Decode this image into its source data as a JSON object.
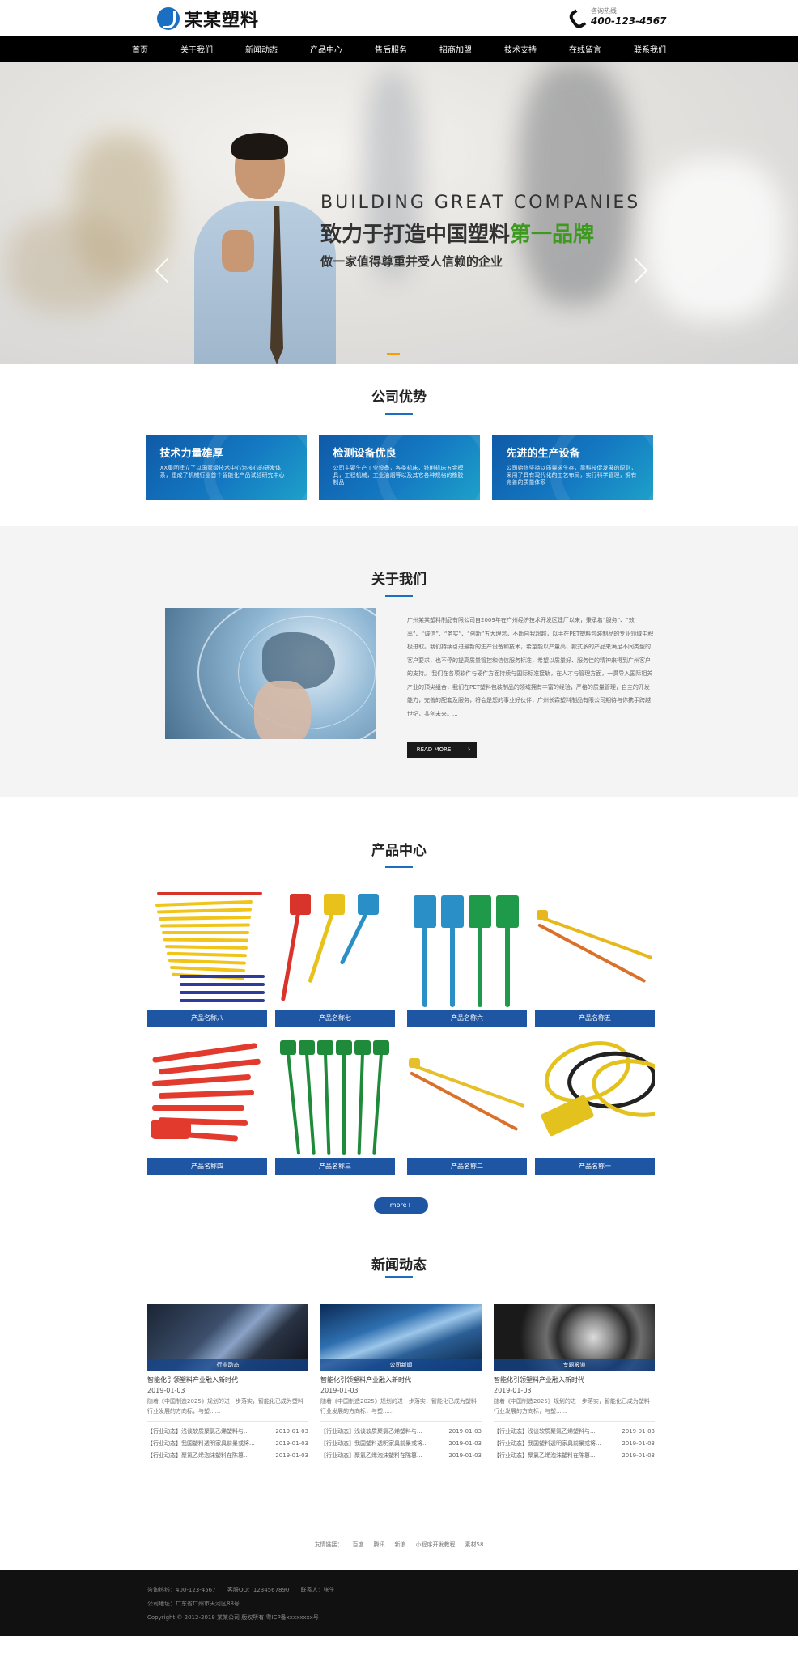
{
  "header": {
    "logo_text": "某某塑料",
    "hotline_label": "咨询热线",
    "hotline_number": "400-123-4567"
  },
  "nav": [
    "首页",
    "关于我们",
    "新闻动态",
    "产品中心",
    "售后服务",
    "招商加盟",
    "技术支持",
    "在线留言",
    "联系我们"
  ],
  "banner": {
    "english": "BUILDING GREAT COMPANIES",
    "main_prefix": "致力于打造中国塑料",
    "main_accent": "第一品牌",
    "sub": "做一家值得尊重并受人信赖的企业"
  },
  "advantages": {
    "title": "公司优势",
    "cards": [
      {
        "title": "技术力量雄厚",
        "desc": "XX集团建立了以国家级技术中心为核心的研发体系，建成了机械行业首个智能化产品试验研究中心"
      },
      {
        "title": "检测设备优良",
        "desc": "公司主要生产工业设备，各类机床，铣削机床五金模具，工程机械，工业油烟等以及其它各种规格的橡胶制品"
      },
      {
        "title": "先进的生产设备",
        "desc": "公司始终坚持以质量求生存，靠科技促发展的原则，采用了具有现代化的工艺布局，实行科学管理，拥有完善的质量体系"
      }
    ]
  },
  "about": {
    "title": "关于我们",
    "text": "广州某某塑料制品有限公司自2009年在广州经济技术开发区建厂以来，秉承着“服务”、“效率”、“诚信”、“务实”、“创新”五大理念，不断自我超越，以手在PET塑料包装制品的专业领域中积极进取。我们持续引进最新的生产设备和技术，希望能以产量高、款式多的产品来满足不同类型的客户要求，也不停的提高质量管控和信信服务标准，希望以质量好、服务佳的精神来得到广州客户的支持。      我们在各项软件与硬件方面持续与国际标准接轨，在人才与管理方面，一贯导入国际相关产业的顶尖组合，我们在PET塑料包装制品的领域拥有丰富的经验，严格的质量管理，自主的开发能力，完善的配套及服务，将会是您的事业好伙伴，广州长霖塑料制品有限公司期待与你携手跨越世纪，共创未来。...",
    "button": "READ MORE",
    "button_arrow": "›"
  },
  "products": {
    "title": "产品中心",
    "items": [
      {
        "name": "产品名称八",
        "color": "#f0c419"
      },
      {
        "name": "产品名称七",
        "color": "#d9342b"
      },
      {
        "name": "产品名称六",
        "color": "#2a8fc7"
      },
      {
        "name": "产品名称五",
        "color": "#e6b81d"
      },
      {
        "name": "产品名称四",
        "color": "#e23b2e"
      },
      {
        "name": "产品名称三",
        "color": "#1f8a3a"
      },
      {
        "name": "产品名称二",
        "color": "#e6c02a"
      },
      {
        "name": "产品名称一",
        "color": "#e4c21e"
      }
    ],
    "more": "more+"
  },
  "news": {
    "title": "新闻动态",
    "columns": [
      {
        "caption": "行业动态",
        "headline": "智能化引领塑料产业融入新时代",
        "date": "2019-01-03",
        "summary": "随着《中国制造2025》规划的进一步落实，智能化已成为塑料行业发展的方向标，与塑......",
        "list": [
          {
            "title": "【行业动态】浅谈软质聚氯乙烯塑料与...",
            "date": "2019-01-03"
          },
          {
            "title": "【行业动态】我国塑料透明家具前景或将...",
            "date": "2019-01-03"
          },
          {
            "title": "【行业动态】聚氯乙烯泡沫塑料在陈篡...",
            "date": "2019-01-03"
          }
        ]
      },
      {
        "caption": "公司新闻",
        "headline": "智能化引领塑料产业融入新时代",
        "date": "2019-01-03",
        "summary": "随着《中国制造2025》规划的进一步落实，智能化已成为塑料行业发展的方向标，与塑......",
        "list": [
          {
            "title": "【行业动态】浅谈软质聚氯乙烯塑料与...",
            "date": "2019-01-03"
          },
          {
            "title": "【行业动态】我国塑料透明家具前景或将...",
            "date": "2019-01-03"
          },
          {
            "title": "【行业动态】聚氯乙烯泡沫塑料在陈篡...",
            "date": "2019-01-03"
          }
        ]
      },
      {
        "caption": "专题报道",
        "headline": "智能化引领塑料产业融入新时代",
        "date": "2019-01-03",
        "summary": "随着《中国制造2025》规划的进一步落实，智能化已成为塑料行业发展的方向标，与塑......",
        "list": [
          {
            "title": "【行业动态】浅谈软质聚氯乙烯塑料与...",
            "date": "2019-01-03"
          },
          {
            "title": "【行业动态】我国塑料透明家具前景或将...",
            "date": "2019-01-03"
          },
          {
            "title": "【行业动态】聚氯乙烯泡沫塑料在陈篡...",
            "date": "2019-01-03"
          }
        ]
      }
    ]
  },
  "links": {
    "label": "友情链接：",
    "items": [
      "百度",
      "腾讯",
      "新浪",
      "小程序开发教程",
      "素材58"
    ]
  },
  "footer": {
    "hotline": "咨询热线：400-123-4567",
    "qq": "客服QQ：1234567890",
    "contact": "联系人：张生",
    "address": "公司地址：广东省广州市天河区88号",
    "copyright": "Copyright © 2012-2018 某某公司 版权所有  粤ICP备xxxxxxxx号"
  }
}
